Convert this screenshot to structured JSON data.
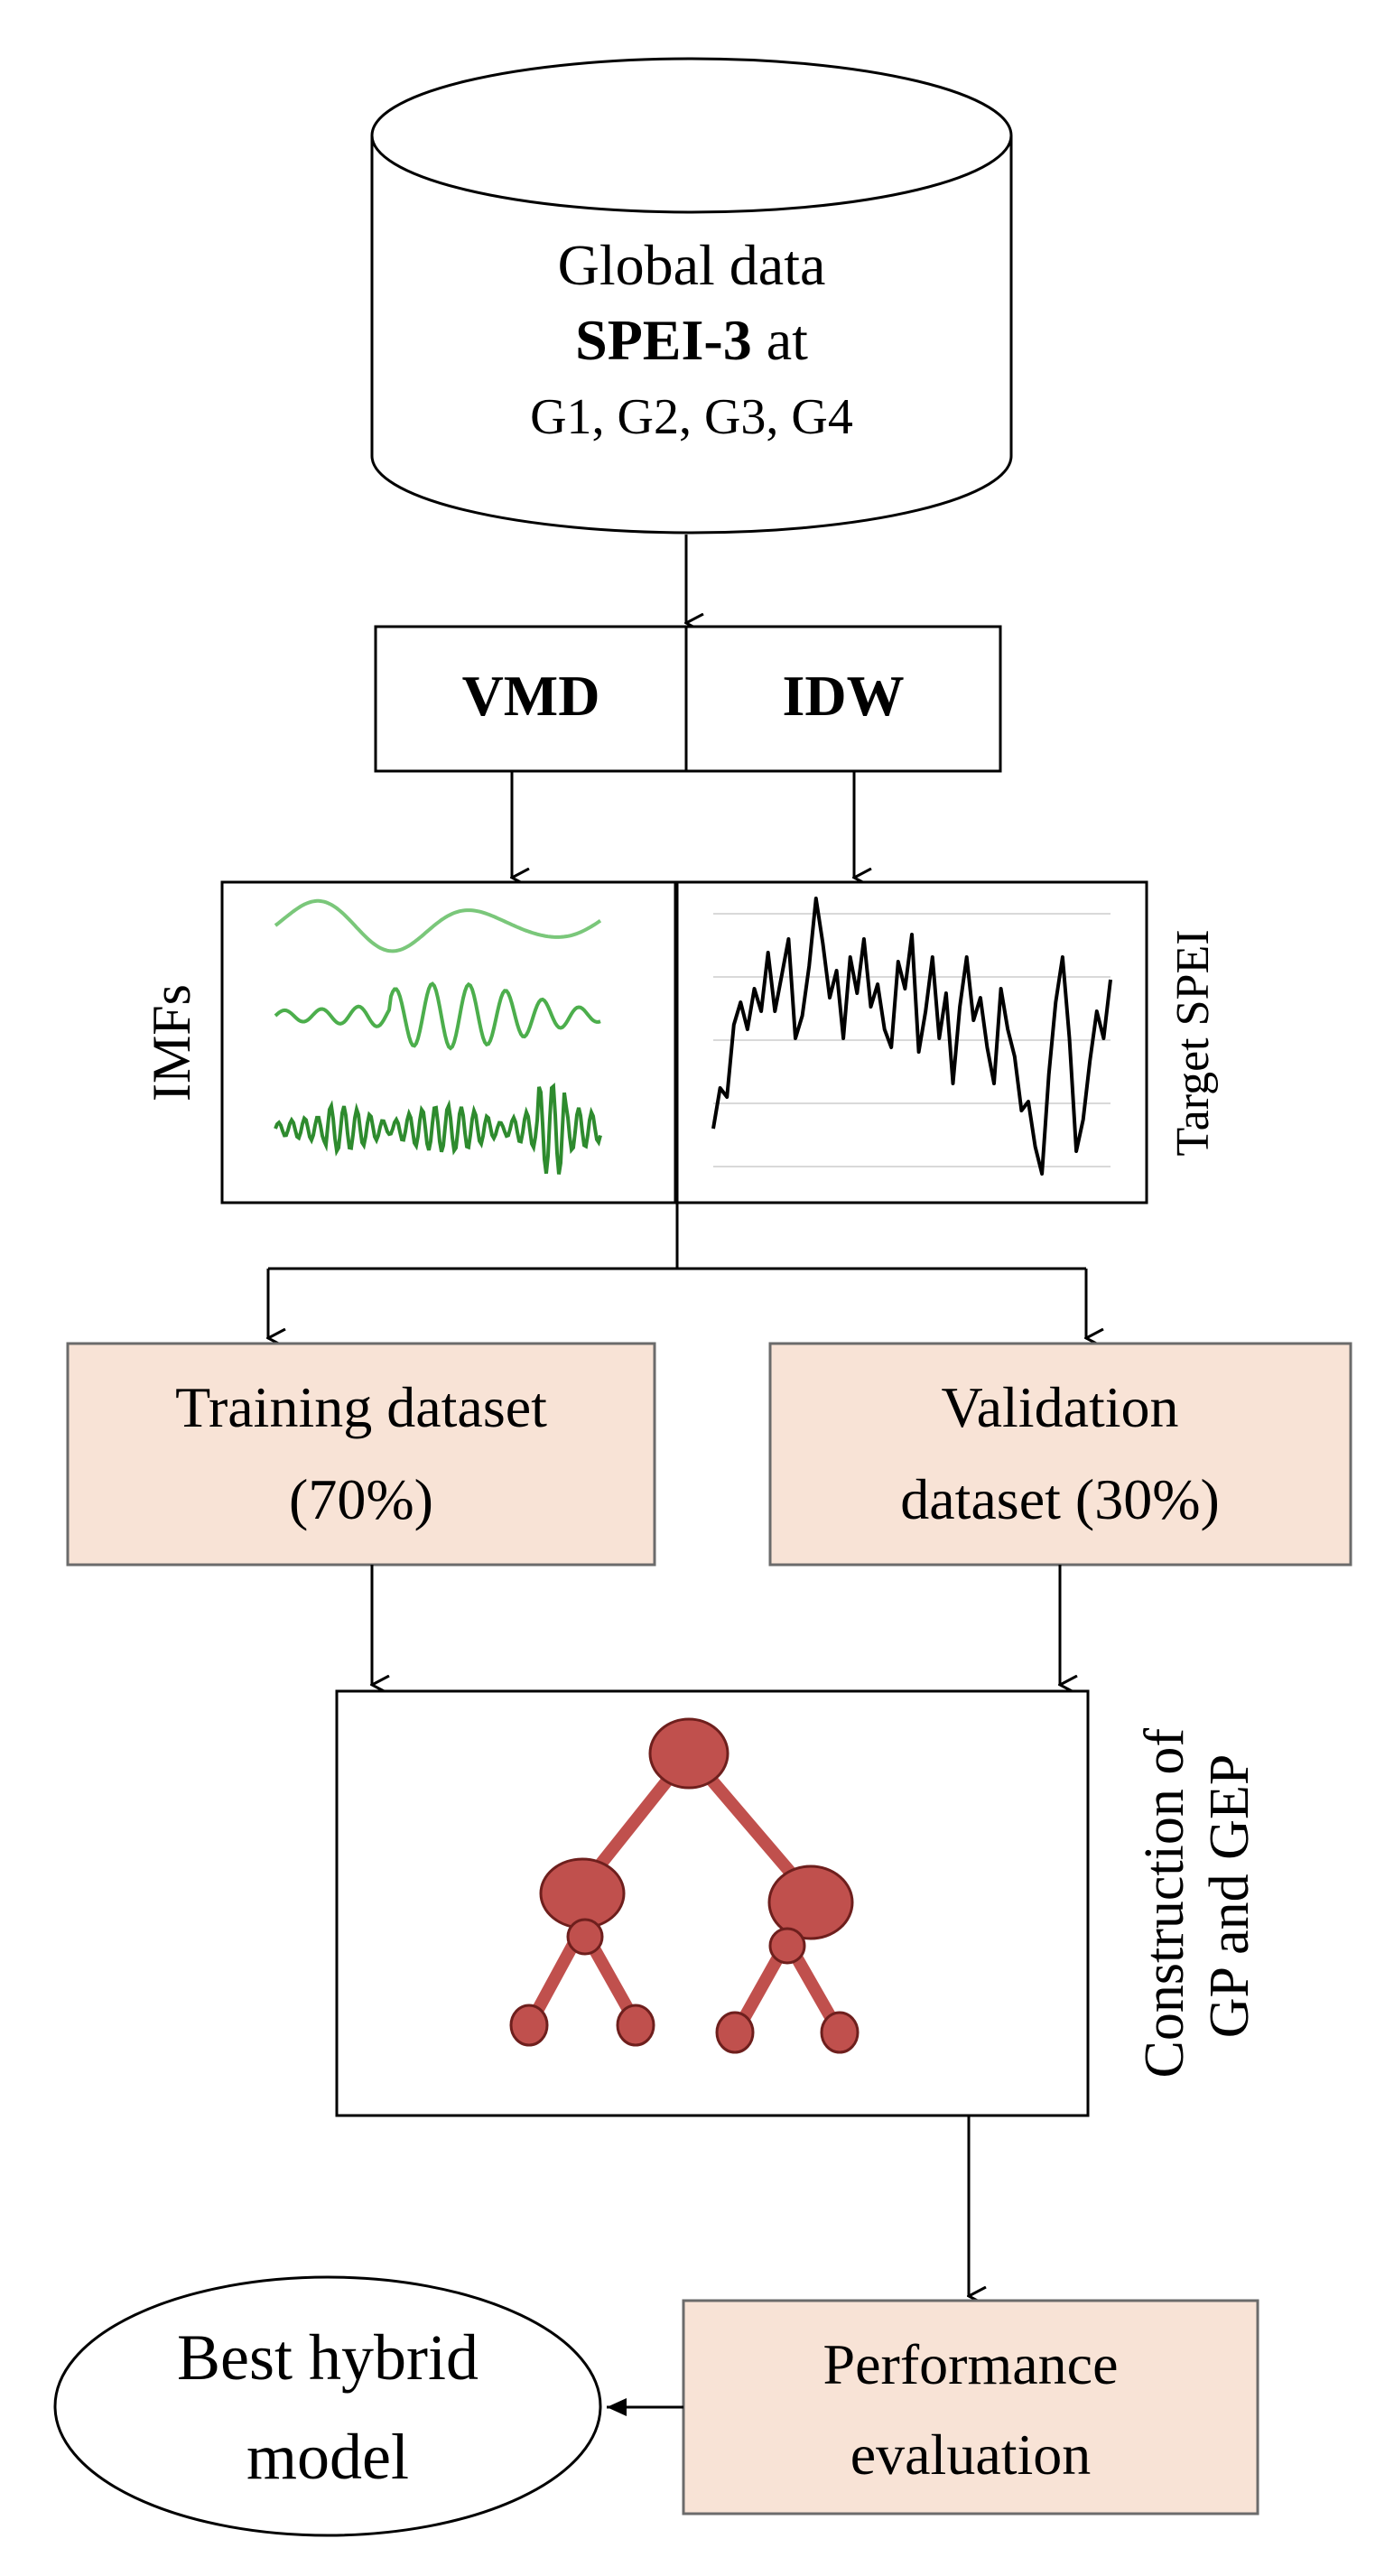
{
  "database": {
    "line1": "Global data",
    "line2_bold": "SPEI-3",
    "line2_rest": " at",
    "line3": "G1, G2, G3, G4"
  },
  "methods": {
    "vmd": "VMD",
    "idw": "IDW"
  },
  "signals": {
    "imfs_label": "IMFs",
    "target_label": "Target SPEI"
  },
  "datasets": {
    "training_line1": "Training dataset",
    "training_line2": "(70%)",
    "validation_line1": "Validation",
    "validation_line2": "dataset (30%)"
  },
  "model": {
    "label_line1": "Construction of",
    "label_line2": "GP and GEP"
  },
  "evaluation": {
    "line1": "Performance",
    "line2": "evaluation"
  },
  "result": {
    "line1": "Best hybrid",
    "line2": "model"
  },
  "colors": {
    "process_fill": "#f8e3d6",
    "tree_node": "#c0504d",
    "imf_light": "#7ac77a",
    "imf_mid": "#4cae4c",
    "imf_dark": "#2e8b2e"
  }
}
